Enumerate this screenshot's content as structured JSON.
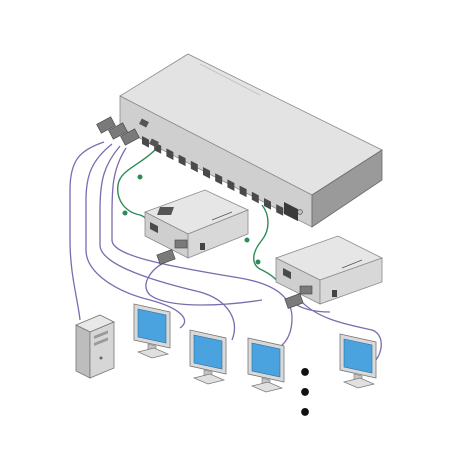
{
  "diagram": {
    "ellipsis": "• • •",
    "colors": {
      "background": "#ffffff",
      "device_top": "#e3e3e3",
      "device_front": "#cfcfcf",
      "device_side": "#9a9a9a",
      "port": "#4a4a4a",
      "connector": "#7a7a7a",
      "cable_purple": "#7b6bb0",
      "cable_green": "#2e8b57",
      "monitor_screen": "#4aa3df",
      "monitor_frame": "#d9d9d9",
      "pc_case": "#d6d6d6"
    },
    "components": [
      {
        "kind": "distribution-amplifier",
        "ports": 12
      },
      {
        "kind": "receiver",
        "count": 2
      },
      {
        "kind": "computer",
        "count": 1
      },
      {
        "kind": "monitor",
        "count": 4
      }
    ]
  }
}
